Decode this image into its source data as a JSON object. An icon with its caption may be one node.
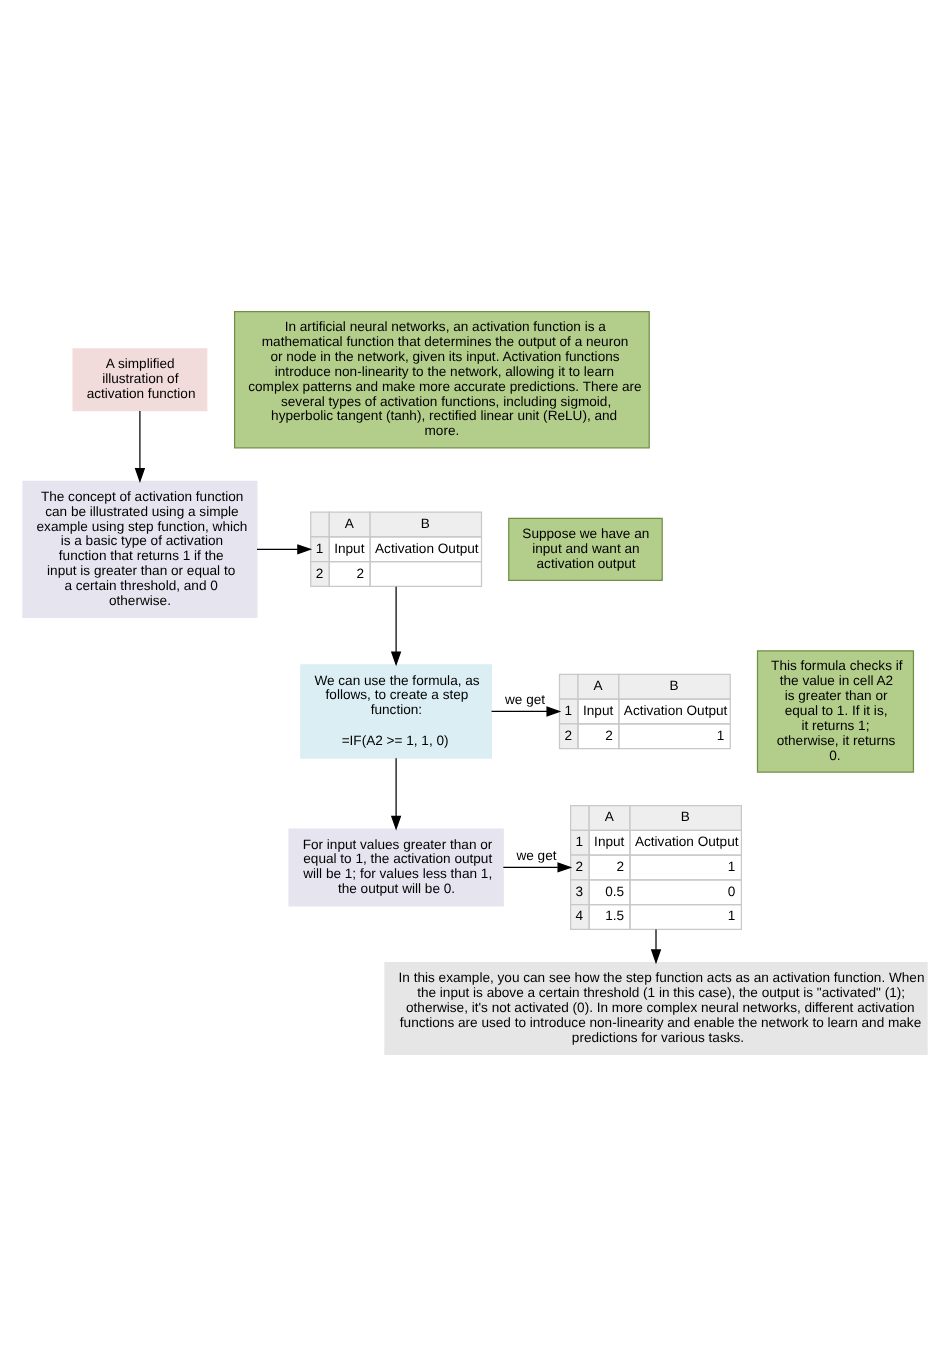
{
  "diagram": {
    "nodes": [
      {
        "text": [
          "A simplified illustration of activation function"
        ]
      },
      {
        "text": [
          "In artificial neural networks, an activation function is a mathematical function that determines the output of a neuron or node in the network, given its input. Activation functions introduce non-linearity to the network, allowing it to learn complex patterns and make more accurate predictions. There are several types of activation functions, including sigmoid, hyperbolic tangent (tanh), rectified linear unit (ReLU), and more."
        ]
      },
      {
        "text": [
          "The concept of activation function can be illustrated using a simple example using step function, which is a basic type of activation function that returns 1 if the input is greater than or equal to a certain threshold, and 0 otherwise."
        ]
      },
      {
        "text": [
          "A",
          "B",
          "1",
          "Input",
          "Activation Output",
          "2",
          "2"
        ]
      },
      {
        "text": [
          "Suppose we have an input and want an activation output"
        ]
      },
      {
        "text": [
          "We can use the formula, as follows, to create a step function:",
          "=IF(A2 >= 1, 1, 0)"
        ]
      },
      {
        "text": [
          "This formula checks if the value in cell A2 is greater than or equal to 1. If it is, it returns 1; otherwise, it returns 0."
        ]
      },
      {
        "text": [
          "A",
          "B",
          "1",
          "Input",
          "Activation Output",
          "2",
          "2",
          "1"
        ]
      },
      {
        "text": [
          "For input values greater than or equal to 1, the activation output will be 1; for values less than 1, the output will be 0."
        ]
      },
      {
        "text": [
          "A",
          "B",
          "1",
          "Input",
          "Activation Output",
          "2",
          "2",
          "1",
          "3",
          "0.5",
          "0",
          "4",
          "1.5",
          "1"
        ]
      },
      {
        "text": [
          "In this example, you can see how the step function acts as an activation function. When the input is above a certain threshold (1 in this case), the output is \"activated\" (1); otherwise, it's not activated (0). In more complex neural networks, different activation functions are used to introduce non-linearity and enable the network to learn and make predictions for various tasks."
        ]
      }
    ],
    "edges": [
      {
        "from": 0,
        "to": 2,
        "arrow": "to"
      },
      {
        "from": 2,
        "to": 3,
        "arrow": "to"
      },
      {
        "from": 3,
        "to": 5,
        "arrow": "to"
      },
      {
        "from": 5,
        "to": 7,
        "arrow": "to",
        "label": "we get"
      },
      {
        "from": 5,
        "to": 8,
        "arrow": "to"
      },
      {
        "from": 8,
        "to": 9,
        "arrow": "to",
        "label": "we get"
      },
      {
        "from": 9,
        "to": 10,
        "arrow": "to"
      }
    ]
  }
}
